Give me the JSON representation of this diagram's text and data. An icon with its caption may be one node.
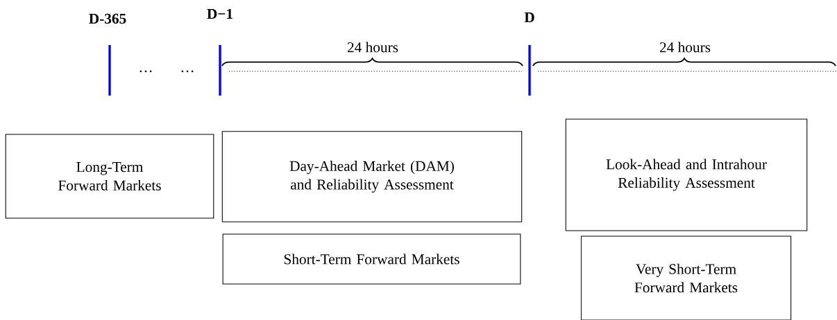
{
  "diagram": {
    "nodes": [
      {
        "text": [
          "Long-Term Forward Markets"
        ]
      },
      {
        "text": [
          "Day-Ahead Market (DAM) and Reliability Assessment"
        ]
      },
      {
        "text": [
          "Look-Ahead and Intrahour Reliability Assessment"
        ]
      },
      {
        "text": [
          "Short-Term Forward Markets"
        ]
      },
      {
        "text": [
          "Very Short-Term Forward Markets"
        ]
      }
    ],
    "labels": [
      "D-365",
      "D−1",
      "D",
      "24 hours",
      "24 hours",
      "…",
      "…"
    ]
  }
}
